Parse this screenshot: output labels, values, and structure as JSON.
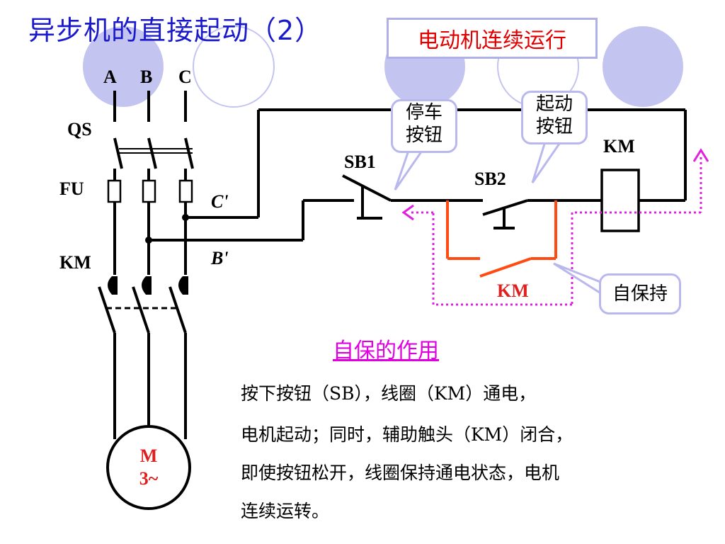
{
  "title": "异步机的直接起动（2）",
  "mode_label": "电动机连续运行",
  "phases": [
    "A",
    "B",
    "C"
  ],
  "labels": {
    "qs": "QS",
    "fu": "FU",
    "km_main": "KM",
    "c_prime": "C'",
    "b_prime": "B'",
    "sb1": "SB1",
    "sb2": "SB2",
    "km_coil": "KM",
    "km_aux": "KM"
  },
  "callouts": {
    "stop_button": [
      "停车",
      "按钮"
    ],
    "start_button": [
      "起动",
      "按钮"
    ],
    "self_hold": "自保持"
  },
  "motor": {
    "line1": "M",
    "line2": "3~"
  },
  "role_title": "自保的作用",
  "description": [
    "按下按钮（SB），线圈（KM）通电，",
    "电机起动；同时，辅助触头（KM）闭合，",
    "即使按钮松开，线圈保持通电状态，电机",
    "连续运转。"
  ],
  "colors": {
    "title": "#1a1acc",
    "mode_text": "#e00000",
    "aux_contact": "#ff4a12",
    "dotted_path": "#e020e0",
    "deco_circle": "#c4c4f0",
    "role_title": "#e000e0"
  }
}
